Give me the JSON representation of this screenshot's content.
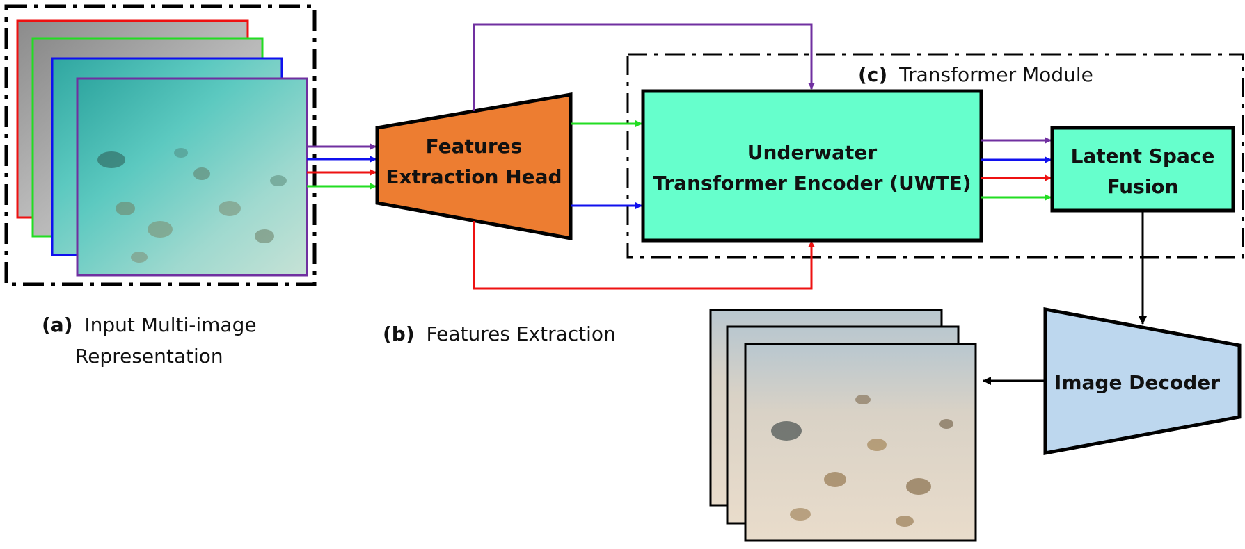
{
  "section_a": {
    "tag": "(a)",
    "caption_line1": "Input Multi-image",
    "caption_line2": "Representation"
  },
  "section_b": {
    "tag": "(b)",
    "caption": "Features Extraction"
  },
  "section_c": {
    "tag": "(c)",
    "caption": "Transformer Module"
  },
  "blocks": {
    "feature_head": {
      "line1": "Features",
      "line2": "Extraction Head"
    },
    "uwte": {
      "line1": "Underwater",
      "line2": "Transformer Encoder (UWTE)"
    },
    "fusion": {
      "line1": "Latent  Space",
      "line2": "Fusion"
    },
    "decoder": {
      "label": "Image Decoder"
    }
  },
  "colors": {
    "red": "#ee1111",
    "green": "#22dd22",
    "blue": "#1010ee",
    "purple": "#7030a0",
    "orange": "#ed7d31",
    "aqua": "#66ffcc",
    "decoder": "#bdd7ee"
  }
}
